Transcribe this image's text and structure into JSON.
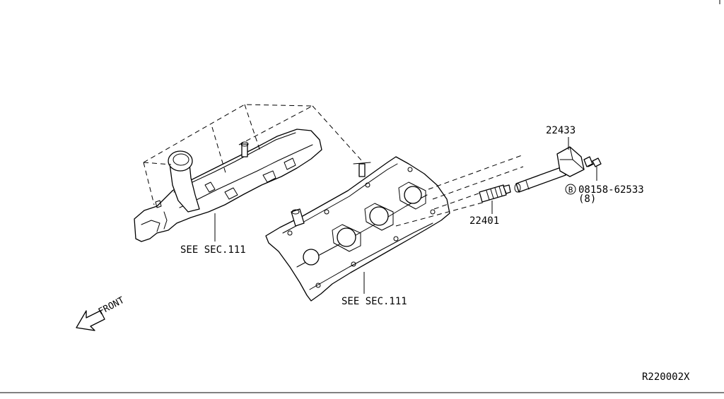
{
  "labels": {
    "see_sec_left": "SEE SEC.111",
    "see_sec_right": "SEE SEC.111",
    "ignition_coil": "22433",
    "spark_plug": "22401",
    "bolt_marker": "B",
    "bolt_part": "08158-62533",
    "bolt_qty": "(8)",
    "front": "FRONT",
    "diagram_ref": "R220002X"
  },
  "colors": {
    "ink": "#000000",
    "paper": "#ffffff"
  }
}
